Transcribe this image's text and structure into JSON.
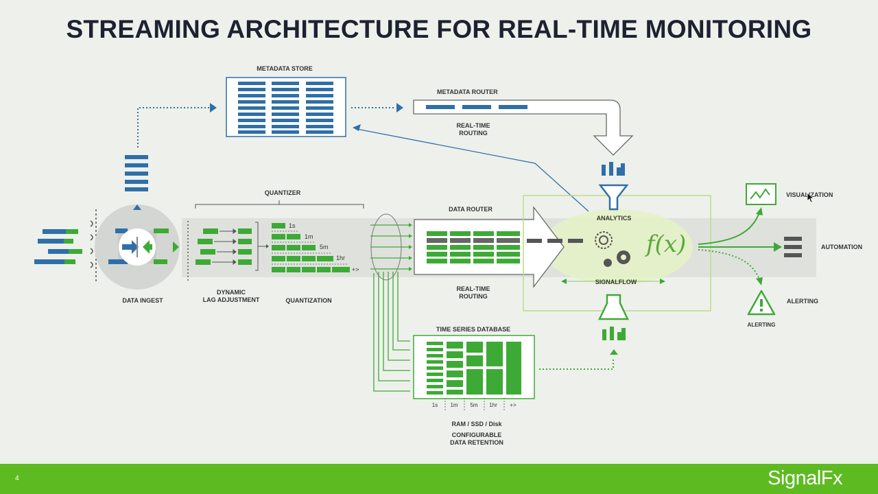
{
  "slide": {
    "title": "STREAMING ARCHITECTURE FOR REAL-TIME MONITORING",
    "page_number": "4",
    "logo_text": "SignalFx"
  },
  "labels": {
    "metadata_store": "METADATA STORE",
    "metadata_router": "METADATA ROUTER",
    "rt_routing_top": "REAL-TIME\nROUTING",
    "quantizer": "QUANTIZER",
    "data_ingest": "DATA INGEST",
    "dynamic_lag": "DYNAMIC\nLAG ADJUSTMENT",
    "quantization": "QUANTIZATION",
    "data_router": "DATA ROUTER",
    "rt_routing_bottom": "REAL-TIME\nROUTING",
    "analytics": "ANALYTICS",
    "signalflow": "SIGNALFLOW",
    "function": "f(x)",
    "tsdb": "TIME SERIES DATABASE",
    "storage": "RAM / SSD / Disk",
    "retention": "CONFIGURABLE\nDATA RETENTION",
    "visualization": "VISUALIZATION",
    "automation": "AUTOMATION",
    "alerting_right": "ALERTING",
    "alerting_icon": "ALERTING"
  },
  "quantization_intervals": [
    "1s",
    "1m",
    "5m",
    "1hr",
    "+>"
  ],
  "retention_intervals": [
    "1s",
    "1m",
    "5m",
    "1hr",
    "+>"
  ],
  "colors": {
    "brand_green": "#5dbb21",
    "diagram_green": "#3daa35",
    "blue": "#2f6fa8",
    "title": "#1d2230",
    "background": "#eef0ec"
  }
}
